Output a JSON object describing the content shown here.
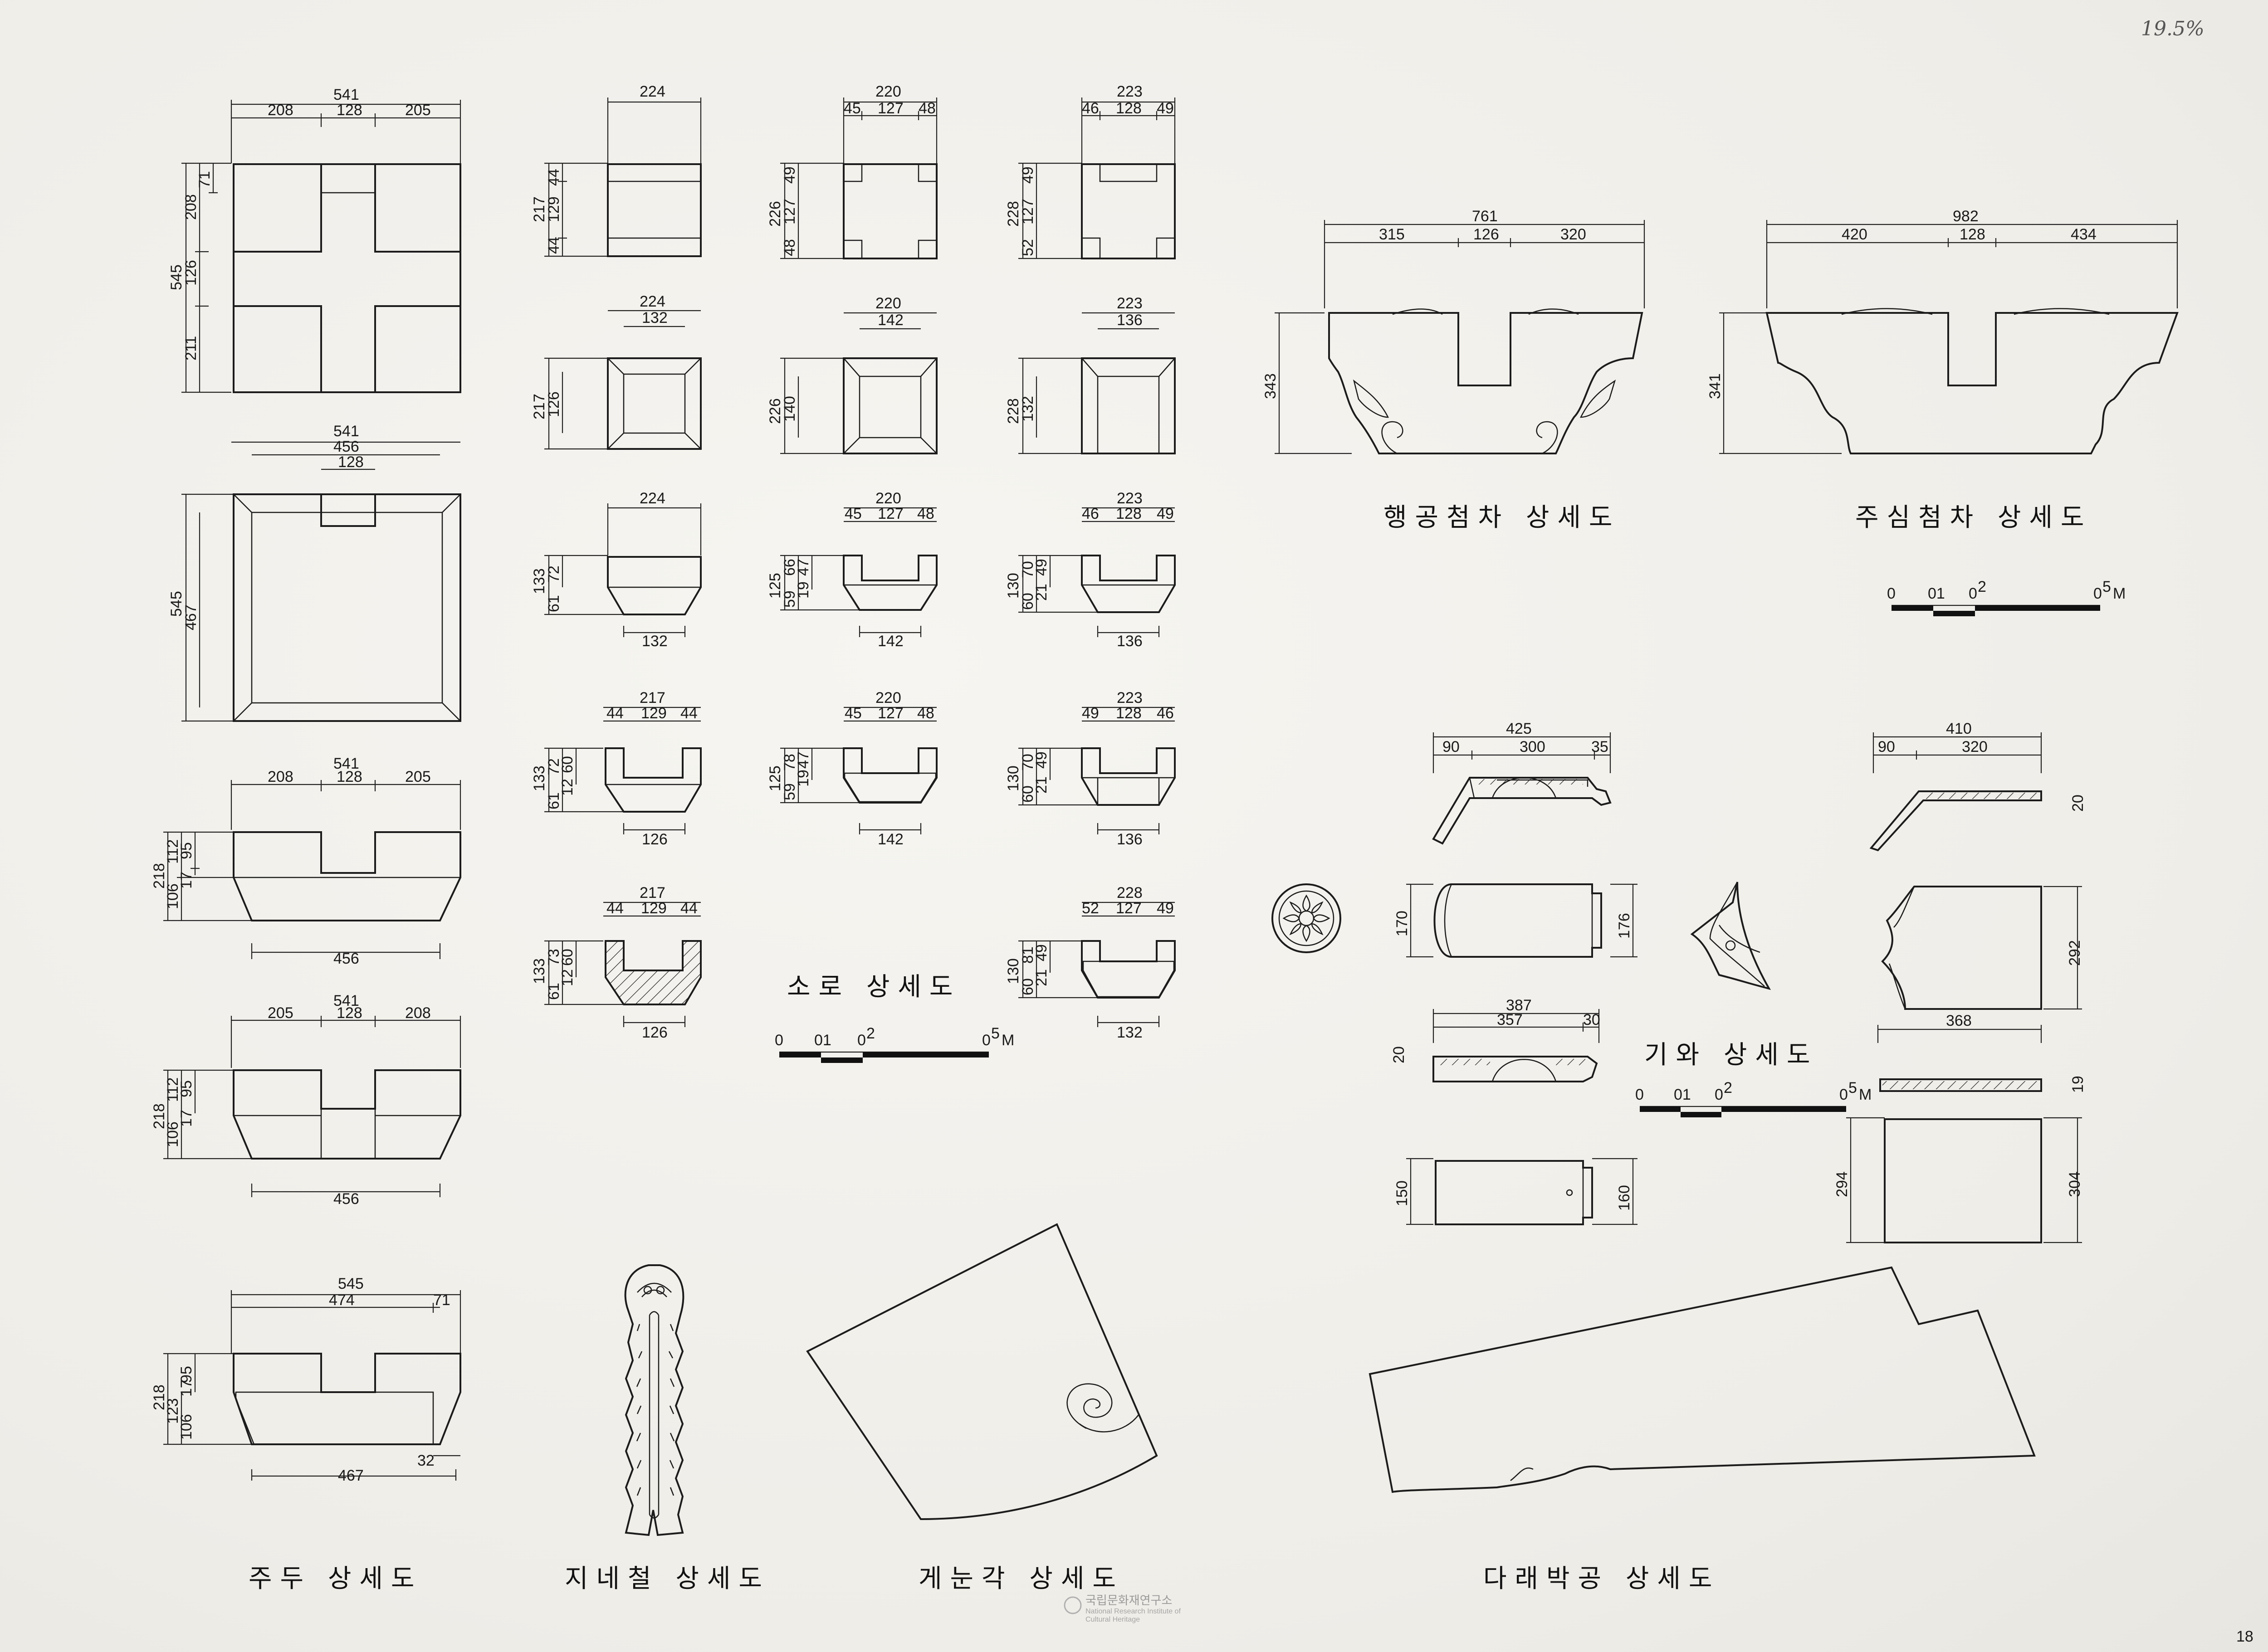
{
  "corner_note": "19.5%",
  "page_number": "18",
  "watermark": {
    "korean": "국립문화재연구소",
    "english_1": "National Research Institute of",
    "english_2": "Cultural Heritage"
  },
  "titles": {
    "judu": "주두 상세도",
    "jinecheol": "지네철 상세도",
    "gyenungak": "게눈각 상세도",
    "darae": "다래박공 상세도",
    "soro": "소로 상세도",
    "haenggong": "행공첨차 상세도",
    "jusim": "주심첨차 상세도",
    "giwa": "기와 상세도"
  },
  "scale_bar": {
    "l0": "0",
    "l1": "01",
    "l2": "0",
    "l2sup": "2",
    "l5": "0",
    "l5sup": "5",
    "unit": "M"
  },
  "dims": {
    "d541": "541",
    "d208": "208",
    "d128": "128",
    "d205": "205",
    "d71": "71",
    "d126": "126",
    "d211": "211",
    "d545": "545",
    "d456": "456",
    "d467": "467",
    "d218": "218",
    "d112": "112",
    "d95": "95",
    "d106": "106",
    "d17": "17",
    "d474": "474",
    "d123": "123",
    "d32": "32",
    "d224": "224",
    "d217": "217",
    "d44": "44",
    "d129": "129",
    "d132": "132",
    "d133": "133",
    "d72": "72",
    "d61": "61",
    "d60": "60",
    "d12": "12",
    "d73": "73",
    "d220": "220",
    "d45": "45",
    "d127": "127",
    "d48": "48",
    "d226": "226",
    "d49": "49",
    "d142": "142",
    "d140": "140",
    "d125": "125",
    "d66": "66",
    "d59": "59",
    "d19": "19",
    "d47": "47",
    "d78": "78",
    "d223": "223",
    "d46": "46",
    "d228": "228",
    "d52": "52",
    "d136": "136",
    "d130": "130",
    "d70": "70",
    "d21": "21",
    "d81": "81",
    "d761": "761",
    "d315": "315",
    "d320": "320",
    "d343": "343",
    "d982": "982",
    "d420": "420",
    "d434": "434",
    "d341": "341",
    "d425": "425",
    "d90": "90",
    "d300": "300",
    "d35": "35",
    "d170": "170",
    "d176": "176",
    "d387": "387",
    "d357": "357",
    "d30": "30",
    "d20": "20",
    "d150": "150",
    "d160": "160",
    "d410": "410",
    "d292": "292",
    "d368": "368",
    "d294": "294",
    "d304": "304"
  }
}
